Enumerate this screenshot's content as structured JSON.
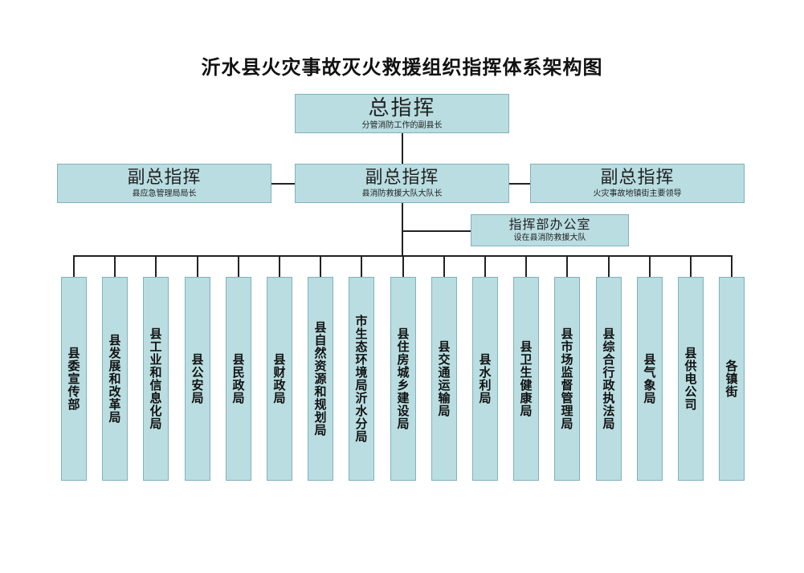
{
  "title": "沂水县火灾事故灭火救援组织指挥体系架构图",
  "commander": {
    "title": "总指挥",
    "subtitle": "分管消防工作的副县长"
  },
  "deputies": [
    {
      "title": "副总指挥",
      "subtitle": "县应急管理局局长"
    },
    {
      "title": "副总指挥",
      "subtitle": "县消防救援大队大队长"
    },
    {
      "title": "副总指挥",
      "subtitle": "火灾事故地镇街主要领导"
    }
  ],
  "office": {
    "title": "指挥部办公室",
    "subtitle": "设在县消防救援大队"
  },
  "departments": [
    "县委宣传部",
    "县发展和改革局",
    "县工业和信息化局",
    "县公安局",
    "县民政局",
    "县财政局",
    "县自然资源和规划局",
    "市生态环境局沂水分局",
    "县住房城乡建设局",
    "县交通运输局",
    "县水利局",
    "县卫生健康局",
    "县市场监督管理局",
    "县综合行政执法局",
    "县气象局",
    "县供电公司",
    "各镇街"
  ]
}
